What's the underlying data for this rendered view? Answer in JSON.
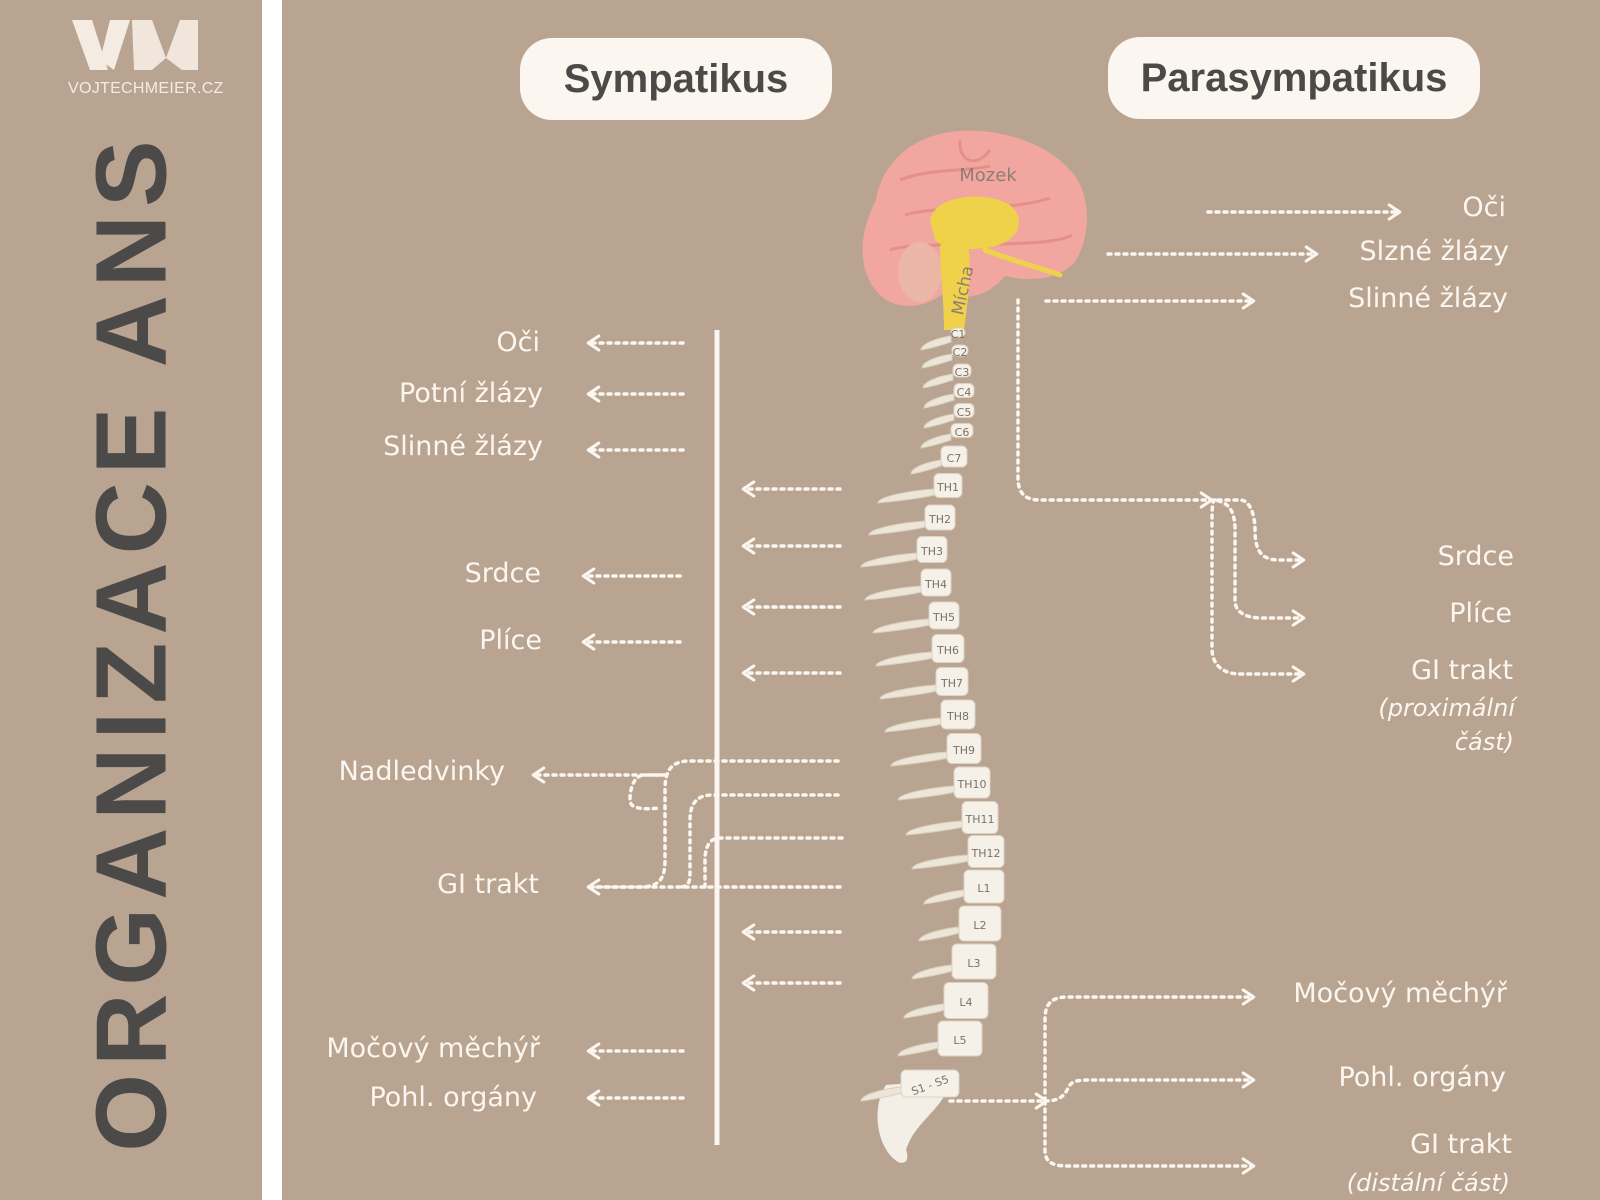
{
  "brand": {
    "logo_text": "VOJTECHMEIER.CZ"
  },
  "title": "ORGANIZACE ANS",
  "sympatikus": {
    "heading": "Sympatikus",
    "targets": [
      "Oči",
      "Potní žlázy",
      "Slinné žlázy",
      "Srdce",
      "Plíce",
      "Nadledvinky",
      "GI trakt",
      "Močový měchýř",
      "Pohl. orgány"
    ]
  },
  "parasympatikus": {
    "heading": "Parasympatikus",
    "cranial_targets": [
      "Oči",
      "Slzné žlázy",
      "Slinné žlázy"
    ],
    "vagus_targets": [
      "Srdce",
      "Plíce",
      "GI trakt"
    ],
    "vagus_gi_note": [
      "(proximální",
      "část)"
    ],
    "sacral_targets": [
      "Močový měchýř",
      "Pohl. orgány",
      "GI trakt"
    ],
    "sacral_gi_note": "(distální část)"
  },
  "anatomy": {
    "brain_label": "Mozek",
    "cord_label": "Mícha",
    "vertebrae": [
      "C1",
      "C2",
      "C3",
      "C4",
      "C5",
      "C6",
      "C7",
      "TH1",
      "TH2",
      "TH3",
      "TH4",
      "TH5",
      "TH6",
      "TH7",
      "TH8",
      "TH9",
      "TH10",
      "TH11",
      "TH12",
      "L1",
      "L2",
      "L3",
      "L4",
      "L5",
      "S1 - S5"
    ]
  },
  "colors": {
    "background": "#b8a491",
    "text_light": "#fbf6ef",
    "text_dark": "#4c4a49",
    "brain": "#f1a7a0",
    "cord": "#f0d24a",
    "bone": "#f4efe6"
  }
}
